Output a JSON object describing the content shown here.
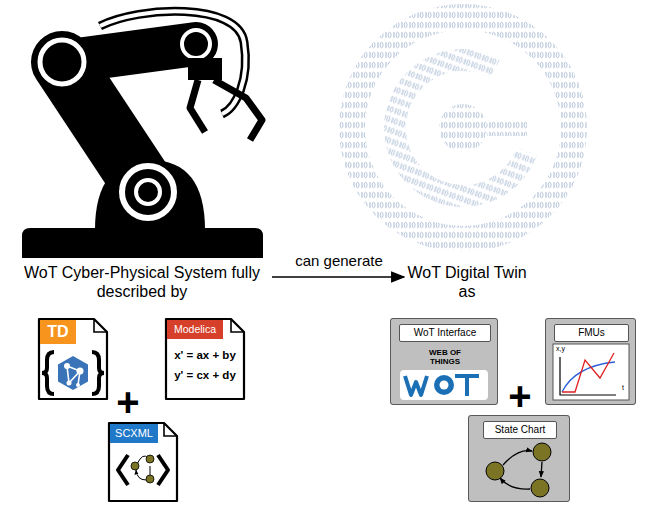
{
  "diagram": {
    "nodes": [
      {
        "text": [
          "TD"
        ]
      },
      {
        "text": [
          "Modelica",
          "x' = ax + by",
          "y' = cx + dy"
        ]
      },
      {
        "text": [
          "SCXML"
        ]
      },
      {
        "text": [
          "WoT Interface",
          "WEB OF THINGS"
        ]
      },
      {
        "text": [
          "FMUs",
          "x,y",
          "t"
        ]
      },
      {
        "text": [
          "State Chart"
        ]
      }
    ],
    "labels": [
      "WoT Cyber-Physical System fully described by",
      "can generate",
      "WoT Digital Twin as",
      "+",
      "+"
    ]
  }
}
